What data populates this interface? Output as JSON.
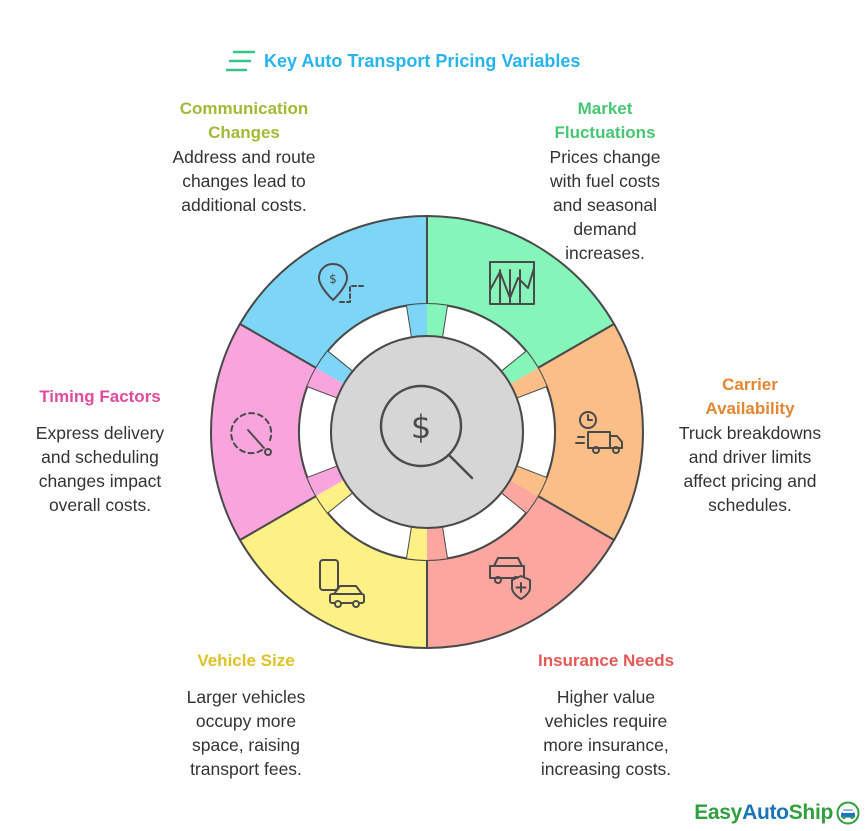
{
  "title": "Key Auto Transport Pricing Variables",
  "center_icon": "dollar-search-icon",
  "segments": [
    {
      "id": "communication",
      "head": "Communication Changes",
      "head_lines": [
        "Communication",
        "Changes"
      ],
      "desc_lines": [
        "Address and route",
        "changes lead to",
        "additional costs."
      ],
      "color": "#7dd6f8",
      "head_color": "#9fbc36",
      "icon": "location-route-icon"
    },
    {
      "id": "market",
      "head": "Market Fluctuations",
      "head_lines": [
        "Market",
        "Fluctuations"
      ],
      "desc_lines": [
        "Prices change",
        "with fuel costs",
        "and seasonal",
        "demand",
        "increases."
      ],
      "color": "#86f5b9",
      "head_color": "#46c872",
      "icon": "bar-chart-icon"
    },
    {
      "id": "carrier",
      "head": "Carrier Availability",
      "head_lines": [
        "Carrier",
        "Availability"
      ],
      "desc_lines": [
        "Truck breakdowns",
        "and driver limits",
        "affect pricing and",
        "schedules."
      ],
      "color": "#fbbe86",
      "head_color": "#e58632",
      "icon": "truck-clock-icon"
    },
    {
      "id": "insurance",
      "head": "Insurance Needs",
      "head_lines": [
        "Insurance Needs"
      ],
      "desc_lines": [
        "Higher value",
        "vehicles require",
        "more insurance,",
        "increasing costs."
      ],
      "color": "#fba69f",
      "head_color": "#e55a55",
      "icon": "car-shield-icon"
    },
    {
      "id": "vehicle",
      "head": "Vehicle Size",
      "head_lines": [
        "Vehicle Size"
      ],
      "desc_lines": [
        "Larger vehicles",
        "occupy more",
        "space, raising",
        "transport fees."
      ],
      "color": "#fdf185",
      "head_color": "#e0c225",
      "icon": "phone-car-icon"
    },
    {
      "id": "timing",
      "head": "Timing Factors",
      "head_lines": [
        "Timing Factors"
      ],
      "desc_lines": [
        "Express delivery",
        "and scheduling",
        "changes impact",
        "overall costs."
      ],
      "color": "#f9a5dd",
      "head_color": "#e14b9f",
      "icon": "timer-icon"
    }
  ],
  "logo": {
    "part1": "Easy",
    "part2": "Auto",
    "part3": "Ship",
    "color1": "#2f9f3f",
    "color2": "#1b75bb",
    "icon": "car-logo-icon"
  }
}
